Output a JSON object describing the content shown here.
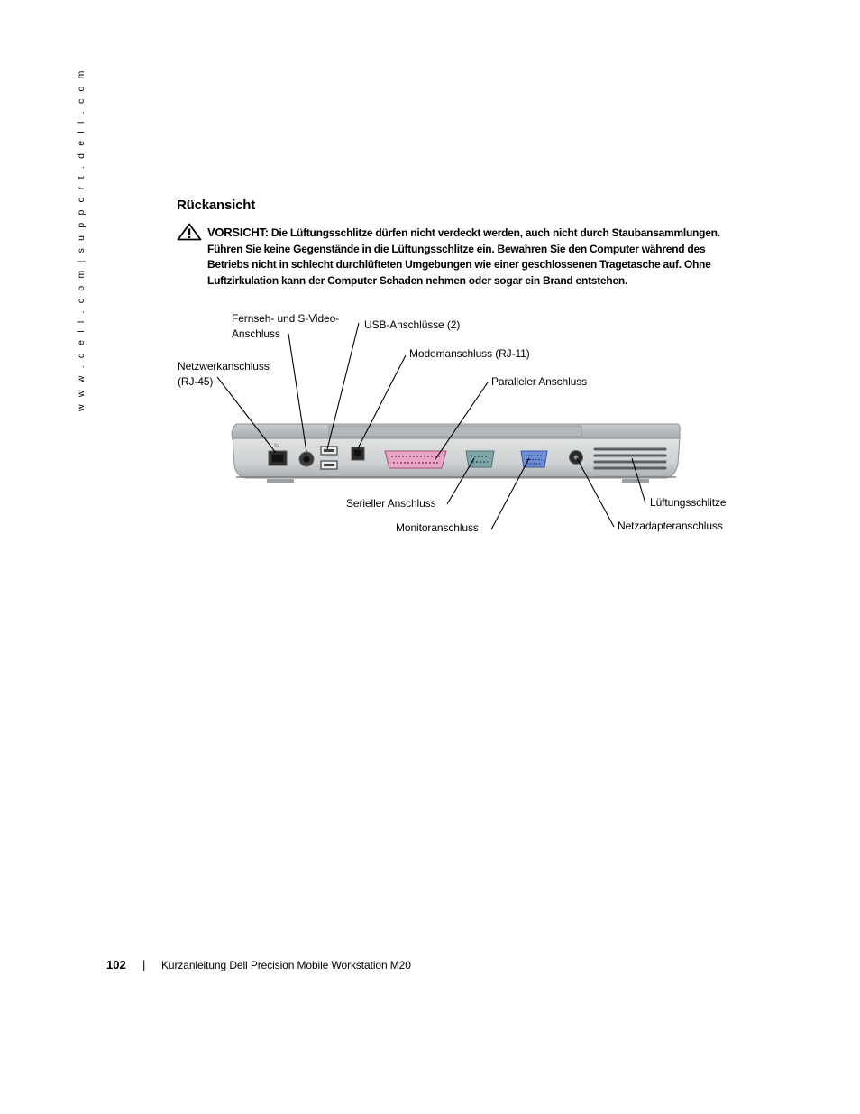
{
  "page": {
    "side_url": "w w w . d e l l . c o m  |  s u p p o r t . d e l l . c o m",
    "heading": "Rückansicht",
    "warning": {
      "icon": "warning-triangle-icon",
      "label": "VORSICHT:",
      "text": " Die Lüftungsschlitze dürfen nicht verdeckt werden, auch nicht durch Staubansammlungen. Führen Sie keine Gegenstände in die Lüftungsschlitze ein. Bewahren Sie den Computer während des Betriebs nicht in schlecht durchlüfteten Umgebungen wie einer geschlossenen Tragetasche auf. Ohne Luftzirkulation kann der Computer Schaden nehmen oder sogar ein Brand entstehen."
    },
    "callouts": {
      "tv_line1": "Fernseh- und S-Video-",
      "tv_line2": "Anschluss",
      "usb": "USB-Anschlüsse (2)",
      "modem": "Modemanschluss (RJ-11)",
      "network_line1": "Netzwerkanschluss",
      "network_line2": "(RJ-45)",
      "parallel": "Paralleler Anschluss",
      "serial": "Serieller Anschluss",
      "monitor": "Monitoranschluss",
      "vents": "Lüftungsschlitze",
      "power": "Netzadapteranschluss"
    },
    "footer": {
      "page_number": "102",
      "separator": "|",
      "title": "Kurzanleitung Dell Precision Mobile Workstation M20"
    }
  }
}
